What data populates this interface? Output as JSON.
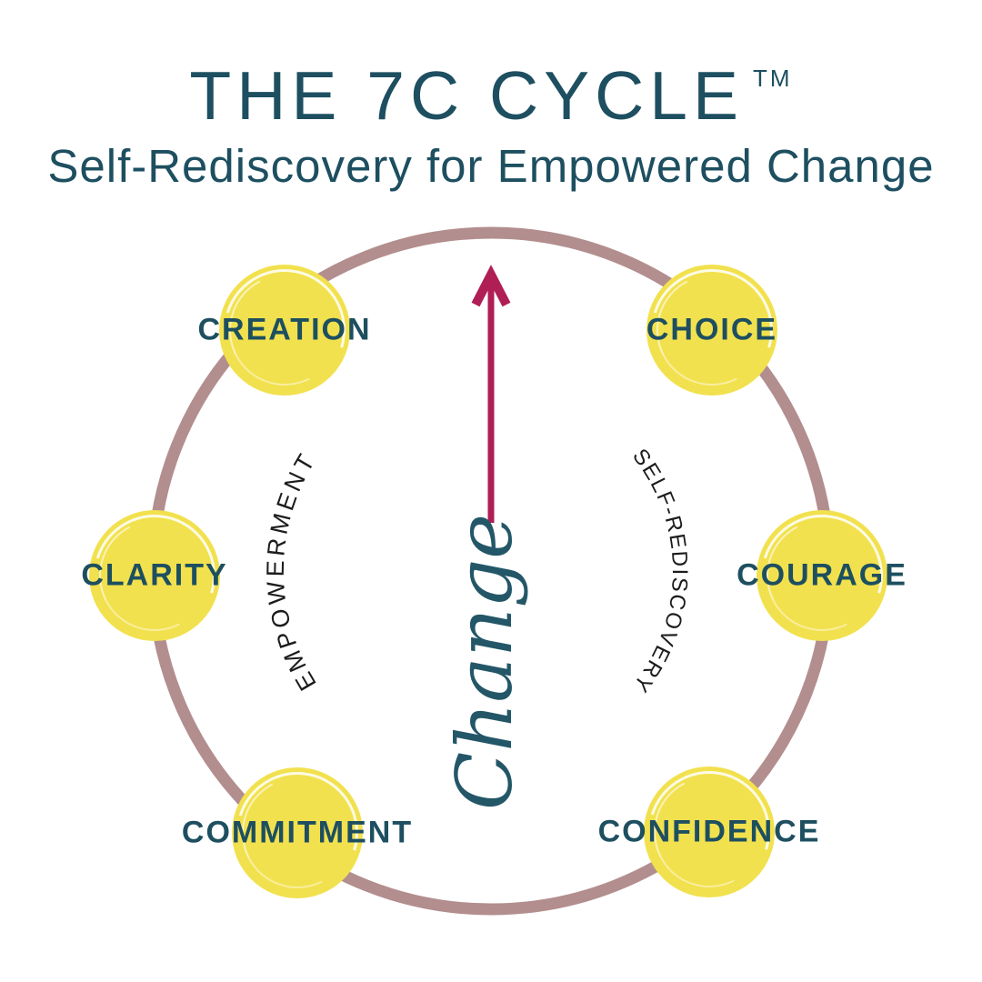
{
  "header": {
    "title": "THE 7C CYCLE",
    "trademark": "TM",
    "subtitle": "Self-Rediscovery for Empowered Change"
  },
  "diagram": {
    "center_word": "Change",
    "arc_left": "EMPOWERMENT",
    "arc_right": "SELF-REDISCOVERY",
    "nodes": [
      {
        "label": "CREATION"
      },
      {
        "label": "CHOICE"
      },
      {
        "label": "CLARITY"
      },
      {
        "label": "COURAGE"
      },
      {
        "label": "COMMITMENT"
      },
      {
        "label": "CONFIDENCE"
      }
    ]
  },
  "colors": {
    "teal": "#1d4f60",
    "yellow": "#f2e14e",
    "ring": "#b38e8e",
    "arrow": "#b01e56",
    "arc_text": "#1c1c1c",
    "script": "#235768"
  }
}
